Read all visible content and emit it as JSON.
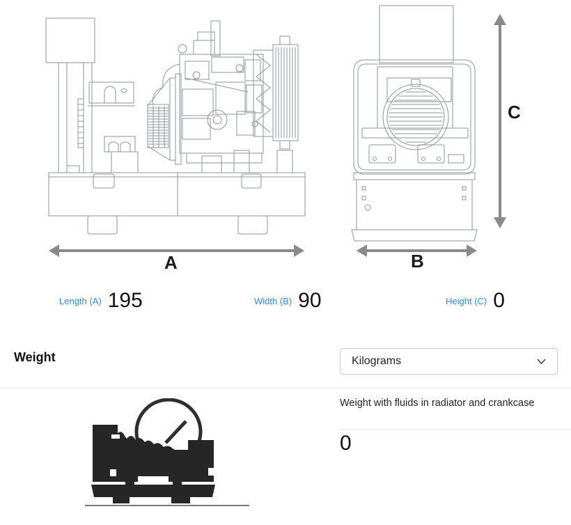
{
  "diagram": {
    "side_view_icon": "generator-side-view-drawing",
    "front_view_icon": "generator-front-view-drawing",
    "arrow_a_label": "A",
    "arrow_b_label": "B",
    "arrow_c_label": "C",
    "arrow_color": "#8a8a8a",
    "line_color": "#8f959b",
    "letter_color": "#1c1c1c"
  },
  "dimensions": {
    "label_color": "#3189f5",
    "fields": [
      {
        "label": "Length (A)",
        "value": "195"
      },
      {
        "label": "Width (B)",
        "value": "90"
      },
      {
        "label": "Height (C)",
        "value": "0"
      }
    ]
  },
  "weight_section": {
    "title": "Weight",
    "unit_dropdown": {
      "selected": "Kilograms",
      "icon": "chevron-down-icon"
    },
    "icon": "generator-weight-gauge-icon",
    "spec": {
      "label": "Weight with fluids in radiator and crankcase",
      "value": "0"
    }
  }
}
